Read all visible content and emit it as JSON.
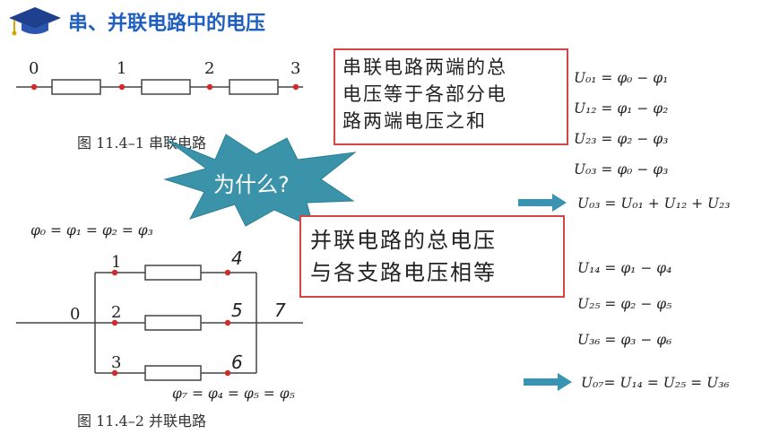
{
  "header": {
    "title": "串、并联电路中的电压",
    "icon": "graduation-cap-icon",
    "title_color": "#1f5fbf"
  },
  "series_figure": {
    "nodes": [
      "0",
      "1",
      "2",
      "3"
    ],
    "caption": "图 11.4–1   串联电路"
  },
  "parallel_figure": {
    "nodes": {
      "left": "0",
      "top": "1",
      "mid": "2",
      "bottom": "3"
    },
    "hand_labels": [
      "4",
      "5",
      "6",
      "7"
    ],
    "caption": "图 11.4–2   并联电路",
    "eq_left": "φ₀ = φ₁ = φ₂ = φ₃",
    "eq_right": "φ₇ = φ₄ = φ₅ = φ₅"
  },
  "callouts": {
    "series_box": [
      "串联电路两端的总",
      "电压等于各部分电",
      "路两端电压之和"
    ],
    "why": "为什么?",
    "parallel_box": [
      "并联电路的总电压",
      "与各支路电压相等"
    ]
  },
  "equations_series": [
    "U₀₁ = φ₀ − φ₁",
    "U₁₂ = φ₁ − φ₂",
    "U₂₃ = φ₂ − φ₃",
    "U₀₃ = φ₀ − φ₃"
  ],
  "result_series": "U₀₃ = U₀₁ + U₁₂ + U₂₃",
  "equations_parallel": [
    "U₁₄ = φ₁ − φ₄",
    "U₂₅ = φ₂ − φ₅",
    "U₃₆ = φ₃ − φ₆"
  ],
  "result_parallel": "U₀₇= U₁₄ = U₂₅ = U₃₆",
  "colors": {
    "box_border": "#d64545",
    "burst": "#3a93a8",
    "arrow": "#3a93b0",
    "node": "#d42a2a"
  }
}
